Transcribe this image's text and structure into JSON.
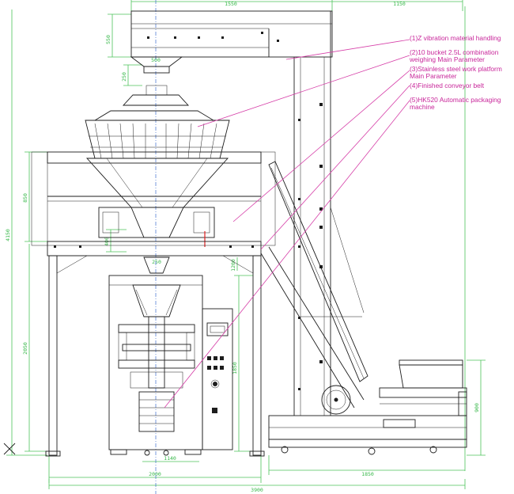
{
  "callouts": [
    "(1)Z vibration material handling",
    "(2)10 bucket 2.5L combination\nweighing Main Parameter",
    "(3)Stainless steel work platform\nMain Parameter",
    "(4)Finished conveyor belt",
    "(5)HK520 Automatic packaging\nmachine"
  ],
  "dimensions": {
    "top_left_width": "1550",
    "top_right_width": "1150",
    "elevator_head_height": "550",
    "hopper_width": "500",
    "hopper_height": "250",
    "weigher_height": "850",
    "overall_height": "4150",
    "platform_height": "2050",
    "weigher_base_height": "400",
    "discharge_width": "250",
    "chute_height": "1200",
    "cabinet_height": "1850",
    "packer_base_width": "1140",
    "platform_width": "2000",
    "conveyor_length": "1850",
    "overall_length": "3900",
    "conveyor_height": "900"
  },
  "colors": {
    "dimension_lines": "#4cc35a",
    "callout_text": "#c8269a",
    "leader_lines": "#d63fa8",
    "drawing_lines": "#1d1d1d",
    "centerline": "#3f6fd0"
  }
}
